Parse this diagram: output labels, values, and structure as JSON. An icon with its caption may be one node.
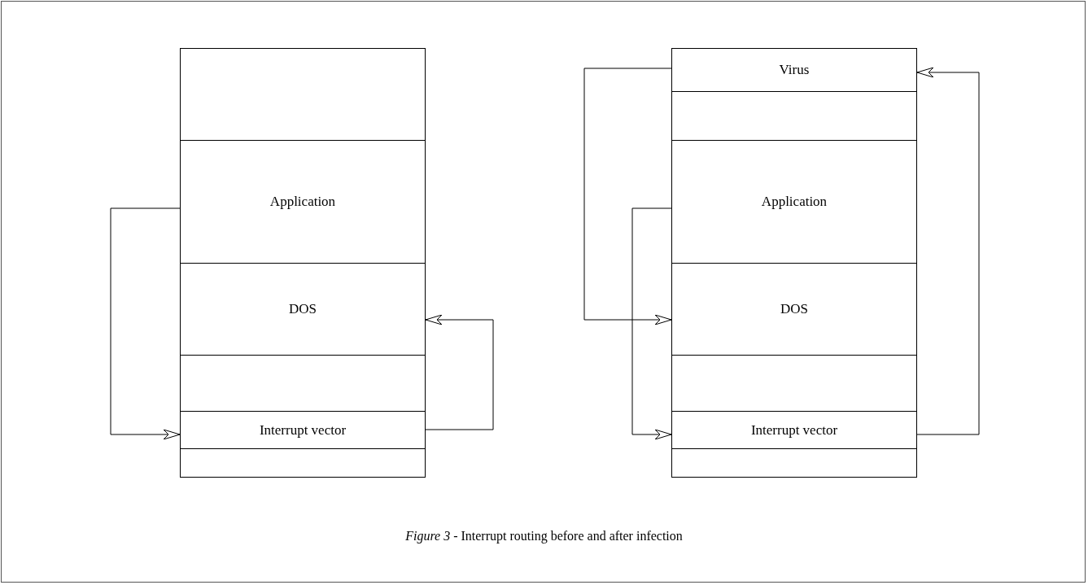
{
  "diagram": {
    "caption": "*Figure 3* - Interrupt routing before and after infection",
    "nodes": [
      {
        "text": [],
        "shape": "box"
      },
      {
        "text": [
          "Application"
        ]
      },
      {
        "text": [
          "DOS"
        ]
      },
      {
        "text": [],
        "shape": "box"
      },
      {
        "text": [
          "Interrupt vector"
        ]
      },
      {
        "text": [],
        "shape": "box"
      },
      {
        "text": [
          "Virus"
        ]
      },
      {
        "text": [],
        "shape": "box"
      },
      {
        "text": [
          "Application"
        ]
      },
      {
        "text": [
          "DOS"
        ]
      },
      {
        "text": [],
        "shape": "box"
      },
      {
        "text": [
          "Interrupt vector"
        ]
      },
      {
        "text": [],
        "shape": "box"
      }
    ],
    "edges": [
      {
        "from": 1,
        "to": 4,
        "arrow": "to"
      },
      {
        "from": 4,
        "to": 2,
        "arrow": "to"
      },
      {
        "from": 6,
        "to": 9,
        "arrow": "to"
      },
      {
        "from": 8,
        "to": 11,
        "arrow": "to"
      },
      {
        "from": 11,
        "to": 6,
        "arrow": "to"
      }
    ]
  }
}
